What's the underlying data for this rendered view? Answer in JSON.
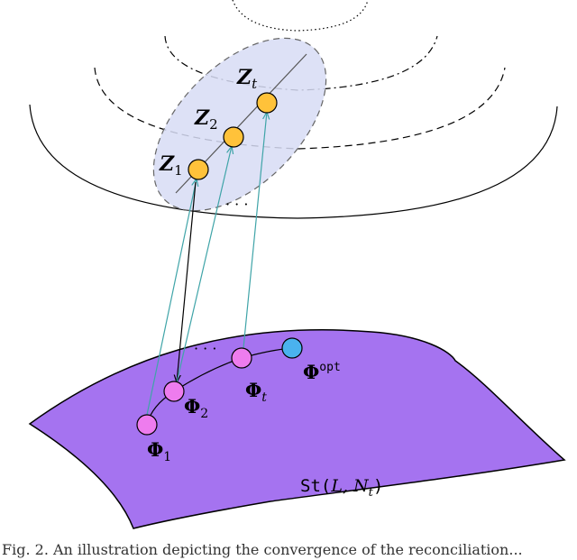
{
  "colors": {
    "manifold": "#a573f0",
    "ellipse": "#d7dcf4",
    "z_node": "#ffc23a",
    "phi_node": "#ee7cee",
    "opt_node": "#4ab2ee",
    "arrow_teal": "#3fa4a8",
    "arrow_black": "#000000"
  },
  "labels": {
    "z1": "Z",
    "z1_sub": "1",
    "z2": "Z",
    "z2_sub": "2",
    "zt": "Z",
    "zt_sub": "t",
    "z_dots": "· · ·",
    "phi1": "Φ",
    "phi1_sub": "1",
    "phi2": "Φ",
    "phi2_sub": "2",
    "phit": "Φ",
    "phit_sub": "t",
    "phi_dots": "· · ·",
    "phiopt": "Φ",
    "phiopt_sup": "opt",
    "stiefel_prefix": "St(",
    "stiefel_args": "L, N",
    "stiefel_sub": "t",
    "stiefel_close": ")"
  },
  "caption": "Fig. 2.  An illustration depicting the convergence of the reconciliation..."
}
